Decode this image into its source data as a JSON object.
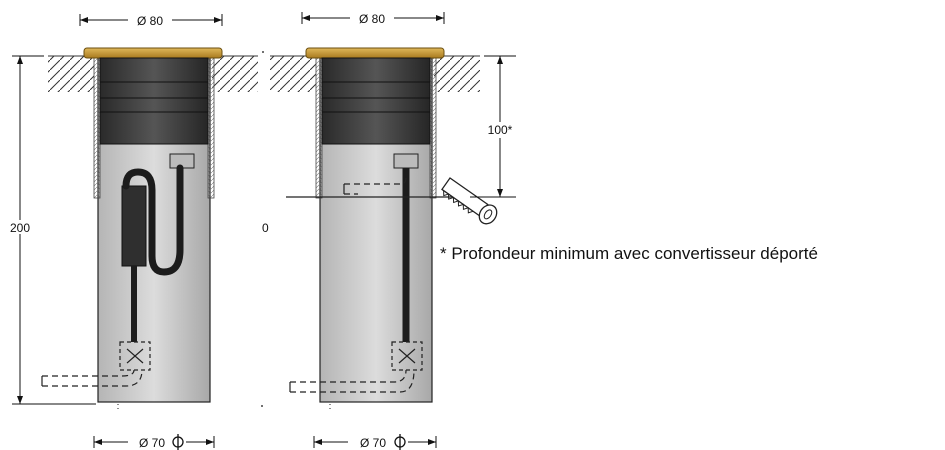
{
  "dimensions": {
    "top_left": "Ø 80",
    "top_right": "Ø 80",
    "height_total": "200",
    "middle_value": "0",
    "depth_min": "100*",
    "bottom_left": "Ø 70",
    "bottom_right": "Ø 70"
  },
  "note": "* Profondeur minimum avec convertisseur déporté",
  "colors": {
    "flange": "#c89a35",
    "body_dark": "#3a3a3a",
    "sleeve": "#c8c8c8",
    "outline": "#222222"
  }
}
